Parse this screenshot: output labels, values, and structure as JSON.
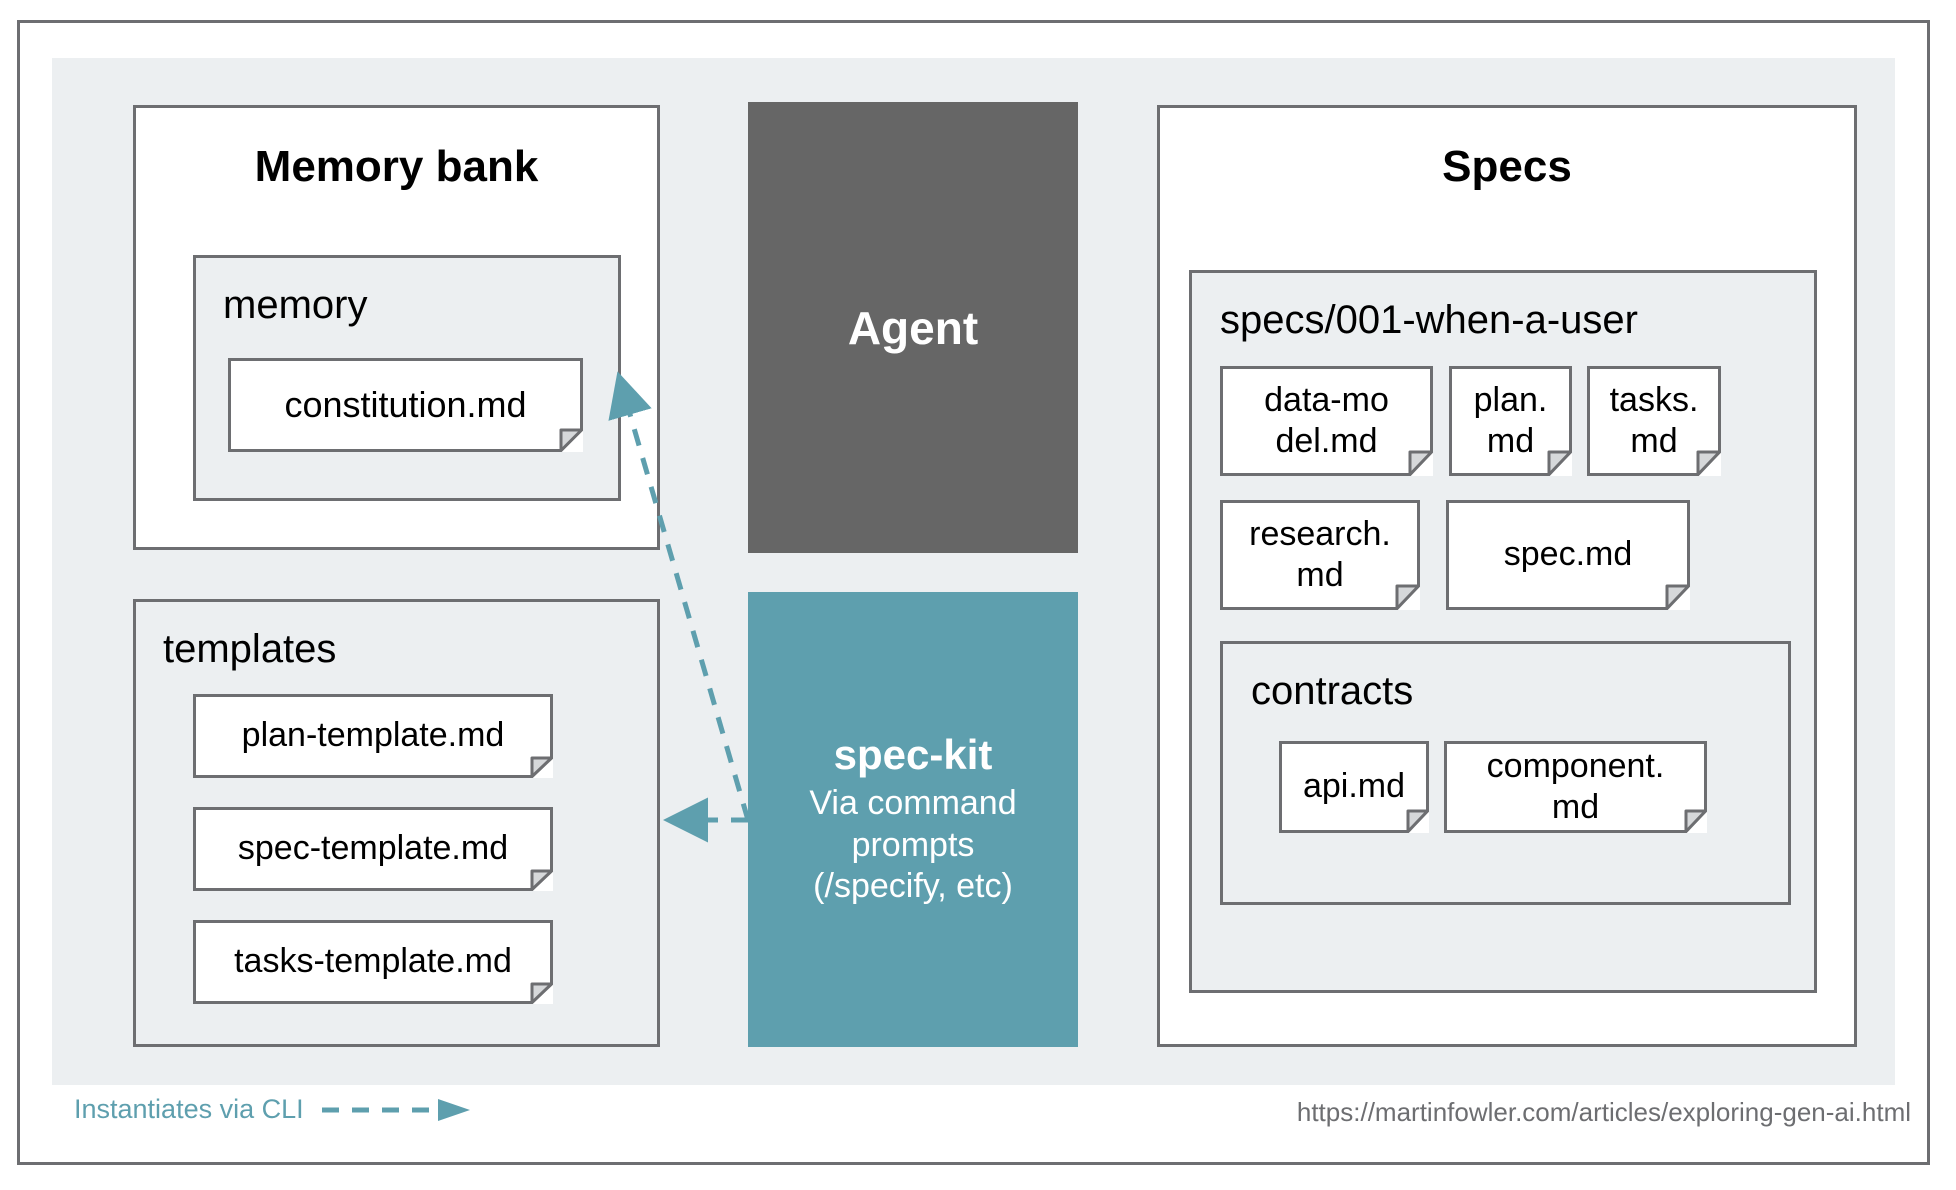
{
  "diagram": {
    "groups": {
      "memory_bank": {
        "title": "Memory bank",
        "subgroup": {
          "title": "memory",
          "files": [
            "constitution.md"
          ]
        }
      },
      "templates": {
        "title": "templates",
        "files": [
          "plan-template.md",
          "spec-template.md",
          "tasks-template.md"
        ]
      },
      "specs": {
        "title": "Specs",
        "subgroup": {
          "title": "specs/001-when-a-user",
          "files": [
            "data-mo\ndel.md",
            "plan.\nmd",
            "tasks.\nmd",
            "research.\nmd",
            "spec.md"
          ],
          "contracts": {
            "title": "contracts",
            "files": [
              "api.md",
              "component.\nmd"
            ]
          }
        }
      }
    },
    "blocks": {
      "agent": {
        "label": "Agent",
        "color": "#666666"
      },
      "spec_kit": {
        "label": "spec-kit",
        "sublabel": "Via command\nprompts\n(/specify, etc)",
        "color": "#5e9fae"
      }
    },
    "legend": {
      "label": "Instantiates via CLI",
      "color": "#5e9fae"
    },
    "footer": {
      "url": "https://martinfowler.com/articles/exploring-gen-ai.html"
    }
  }
}
